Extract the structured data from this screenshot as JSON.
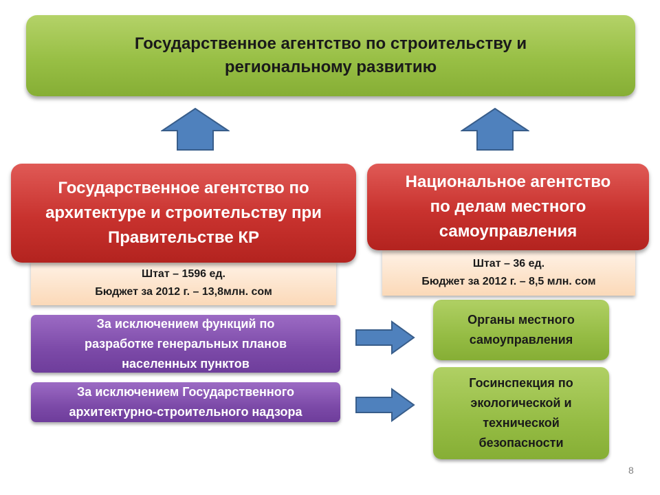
{
  "top_box": {
    "lines": [
      "Государственное агентство по строительству и",
      "региональному развитию"
    ]
  },
  "left_agency": {
    "title_lines": [
      "Государственное агентство по",
      "архитектуре и строительству при",
      "Правительстве  КР"
    ],
    "staff": "Штат – 1596 ед.",
    "budget": "Бюджет за 2012 г. – 13,8млн. сом"
  },
  "right_agency": {
    "title_lines": [
      "Национальное агентство",
      "по делам местного",
      "самоуправления"
    ],
    "staff": "Штат – 36 ед.",
    "budget": "Бюджет за 2012 г. – 8,5 млн. сом"
  },
  "exceptions": [
    {
      "lines": [
        "За исключением функций по",
        "разработке генеральных планов",
        "населенных пунктов"
      ]
    },
    {
      "lines": [
        "За исключением Государственного",
        "архитектурно-строительного надзора"
      ]
    }
  ],
  "targets": [
    {
      "lines": [
        "Органы местного",
        "самоуправления"
      ]
    },
    {
      "lines": [
        "Госинспекция по",
        "экологической и",
        "технической",
        "безопасности"
      ]
    }
  ],
  "page_number": "8",
  "colors": {
    "green": "#98bf45",
    "red": "#c8322e",
    "purple": "#7c4aa8",
    "peach": "#fbd9b8",
    "arrow_fill": "#4f81bd",
    "arrow_stroke": "#385d8a"
  }
}
